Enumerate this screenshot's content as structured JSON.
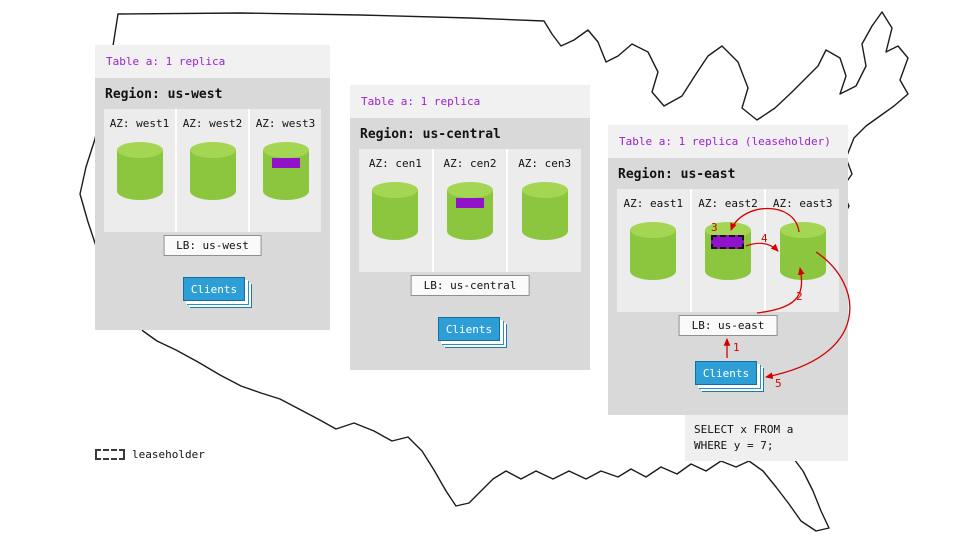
{
  "regions": [
    {
      "header": "Table a: 1 replica",
      "title": "Region: us-west",
      "azs": [
        {
          "label": "AZ: west1",
          "replica": false,
          "leaseholder": false
        },
        {
          "label": "AZ: west2",
          "replica": false,
          "leaseholder": false
        },
        {
          "label": "AZ: west3",
          "replica": true,
          "leaseholder": false
        }
      ],
      "lb_label": "LB: us-west",
      "clients_label": "Clients"
    },
    {
      "header": "Table a: 1 replica",
      "title": "Region: us-central",
      "azs": [
        {
          "label": "AZ: cen1",
          "replica": false,
          "leaseholder": false
        },
        {
          "label": "AZ: cen2",
          "replica": true,
          "leaseholder": false
        },
        {
          "label": "AZ: cen3",
          "replica": false,
          "leaseholder": false
        }
      ],
      "lb_label": "LB: us-central",
      "clients_label": "Clients"
    },
    {
      "header": "Table a: 1 replica (leaseholder)",
      "title": "Region: us-east",
      "azs": [
        {
          "label": "AZ: east1",
          "replica": false,
          "leaseholder": false
        },
        {
          "label": "AZ: east2",
          "replica": true,
          "leaseholder": true
        },
        {
          "label": "AZ: east3",
          "replica": false,
          "leaseholder": false
        }
      ],
      "lb_label": "LB: us-east",
      "clients_label": "Clients"
    }
  ],
  "query": {
    "line1": "SELECT x FROM a",
    "line2": "WHERE y = 7;"
  },
  "flow": {
    "steps": [
      "1",
      "2",
      "3",
      "4",
      "5"
    ]
  },
  "legend": {
    "label": "leaseholder"
  },
  "colors": {
    "panel_gray": "#d9d9d9",
    "header_strip": "#f1f1f1",
    "header_text_purple": "#9b1fd0",
    "replica_green": "#8bc63e",
    "replica_marker_purple": "#9013c9",
    "clients_blue": "#2e9fd6",
    "arrow_red": "#d40000"
  }
}
